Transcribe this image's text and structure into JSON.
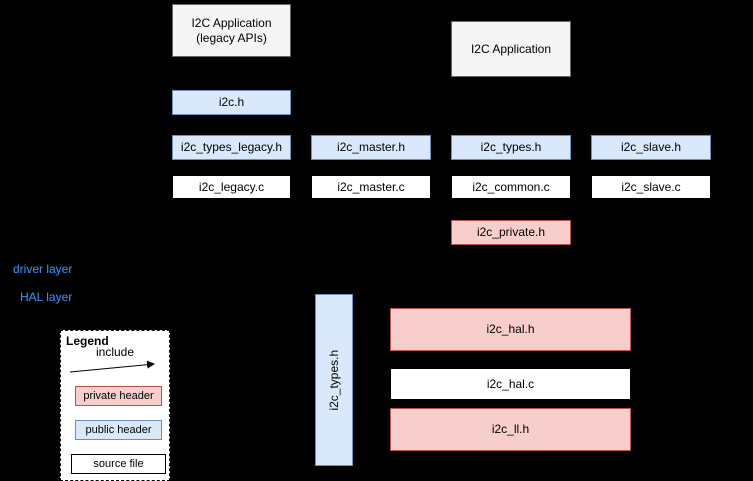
{
  "nodes": {
    "app_legacy": {
      "line1": "I2C Application",
      "line2": "(legacy APIs)"
    },
    "app": {
      "label": "I2C Application"
    },
    "i2c_h": {
      "label": "i2c.h"
    },
    "types_legacy_h": {
      "label": "i2c_types_legacy.h"
    },
    "master_h": {
      "label": "i2c_master.h"
    },
    "types_h": {
      "label": "i2c_types.h"
    },
    "slave_h": {
      "label": "i2c_slave.h"
    },
    "legacy_c": {
      "label": "i2c_legacy.c"
    },
    "master_c": {
      "label": "i2c_master.c"
    },
    "common_c": {
      "label": "i2c_common.c"
    },
    "slave_c": {
      "label": "i2c_slave.c"
    },
    "private_h": {
      "label": "i2c_private.h"
    },
    "types_h_vertical": {
      "label": "i2c_types.h"
    },
    "hal_h": {
      "label": "i2c_hal.h"
    },
    "hal_c": {
      "label": "i2c_hal.c"
    },
    "ll_h": {
      "label": "i2c_ll.h"
    }
  },
  "layer_labels": {
    "driver": "driver layer",
    "hal": "HAL layer"
  },
  "legend": {
    "title": "Legend",
    "include_label": "include",
    "items": {
      "private": "private header",
      "public": "public header",
      "source": "source file"
    }
  },
  "colors": {
    "background": "#000000",
    "public_header_fill": "#dae8fc",
    "public_header_border": "#6c8ebf",
    "private_header_fill": "#f8cecc",
    "private_header_border": "#b85450",
    "source_file_fill": "#ffffff",
    "source_file_border": "#000000",
    "application_fill": "#f5f5f5",
    "application_border": "#666666",
    "layer_label_text": "#3399ff"
  }
}
